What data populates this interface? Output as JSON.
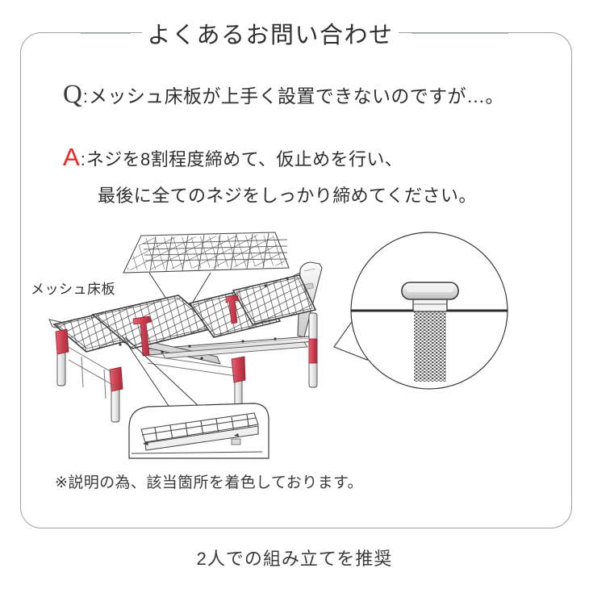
{
  "page": {
    "title": "よくあるお問い合わせ",
    "border_color": "#9aa39a"
  },
  "faq": {
    "question_marker": "Q",
    "question_colon": ":",
    "question_text": "メッシュ床板が上手く設置できないのですが…。",
    "answer_marker": "A",
    "answer_marker_color": "#ee2222",
    "answer_colon": ":",
    "answer_line1": "ネジを8割程度締めて、仮止めを行い、",
    "answer_line2": "最後に全てのネジをしっかり締めてください。"
  },
  "diagram": {
    "mesh_label": "メッシュ床板",
    "highlight_color": "#c8384a",
    "line_color": "#3a3a3a",
    "frame_fill": "#e9e9e9",
    "callout": {
      "type": "magnified-screw-detail",
      "screw_head": "rounded-cap-bolt",
      "surface_line": "frame-rail-edge"
    },
    "detail_top": "mesh-panel-close-up",
    "detail_bottom": "mesh-panel-edge-view"
  },
  "note": "※説明の為、該当箇所を着色しております。",
  "footer": "2人での組み立てを推奨"
}
